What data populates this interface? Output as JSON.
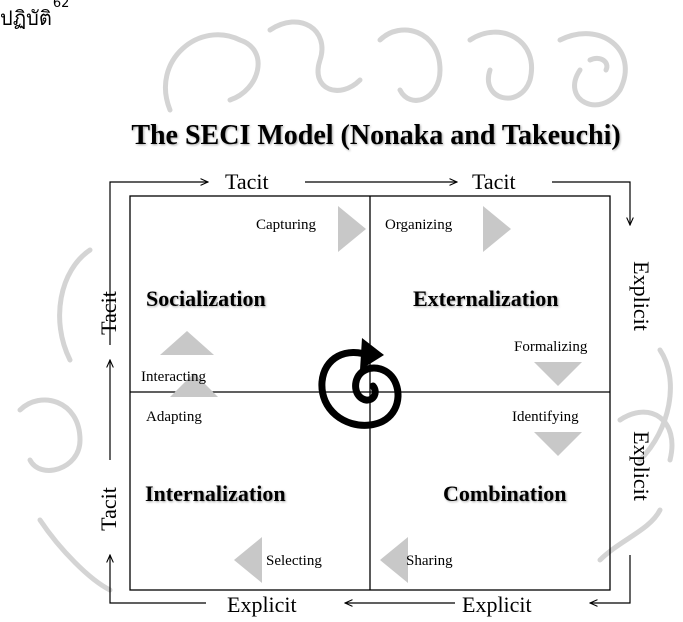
{
  "header": {
    "thai_text": "ปฏิบัติ",
    "footnote": "62"
  },
  "title": "The SECI Model (Nonaka and Takeuchi)",
  "edges": {
    "top_left": "Tacit",
    "top_right": "Tacit",
    "bottom_left": "Explicit",
    "bottom_right": "Explicit",
    "left_top": "Tacit",
    "left_bottom": "Tacit",
    "right_top": "Explicit",
    "right_bottom": "Explicit"
  },
  "quadrants": {
    "socialization": "Socialization",
    "externalization": "Externalization",
    "internalization": "Internalization",
    "combination": "Combination"
  },
  "steps": {
    "capturing": "Capturing",
    "organizing": "Organizing",
    "formalizing": "Formalizing",
    "identifying": "Identifying",
    "sharing": "Sharing",
    "selecting": "Selecting",
    "adapting": "Adapting",
    "interacting": "Interacting"
  },
  "colors": {
    "arrow_fill": "#c8c8c8",
    "watermark": "#d4d4d4",
    "line": "#000000"
  },
  "icons": [
    "spiral-icon",
    "triangle-arrow-icon",
    "line-arrow-icon"
  ]
}
